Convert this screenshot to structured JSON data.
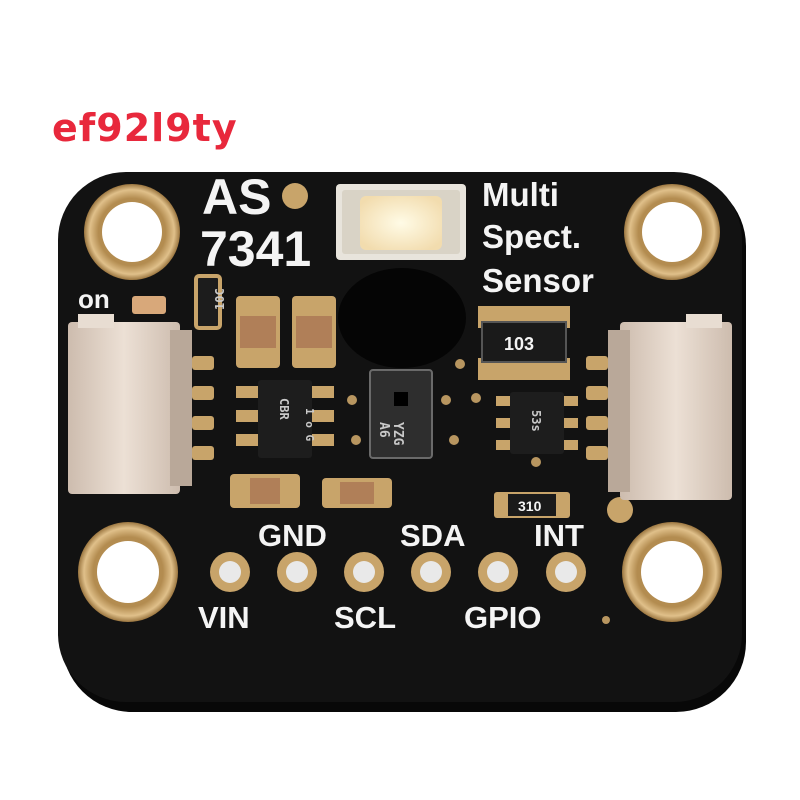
{
  "watermark": "ef92l9ty",
  "board": {
    "title_line1": "AS",
    "title_line2": "7341",
    "desc_line1": "Multi",
    "desc_line2": "Spect.",
    "desc_line3": "Sensor",
    "power_led_label": "on"
  },
  "markings": {
    "cap_marking": "10C",
    "resistor_array": "103",
    "regulator": "CBR",
    "regulator_sub": "1 o G",
    "sensor_chip": "YZG",
    "sensor_chip_sub": "A6",
    "level_shifter": "53s",
    "resistor_bottom": "310"
  },
  "pins_top": [
    "GND",
    "SDA",
    "INT"
  ],
  "pins_bottom": [
    "VIN",
    "SCL",
    "GPIO"
  ],
  "colors": {
    "pcb": "#121212",
    "gold": "#c8a46a",
    "silkscreen": "#f4f4f4",
    "connector": "#e2d3c6",
    "led": "#fff3c4",
    "watermark": "#e8283c"
  }
}
